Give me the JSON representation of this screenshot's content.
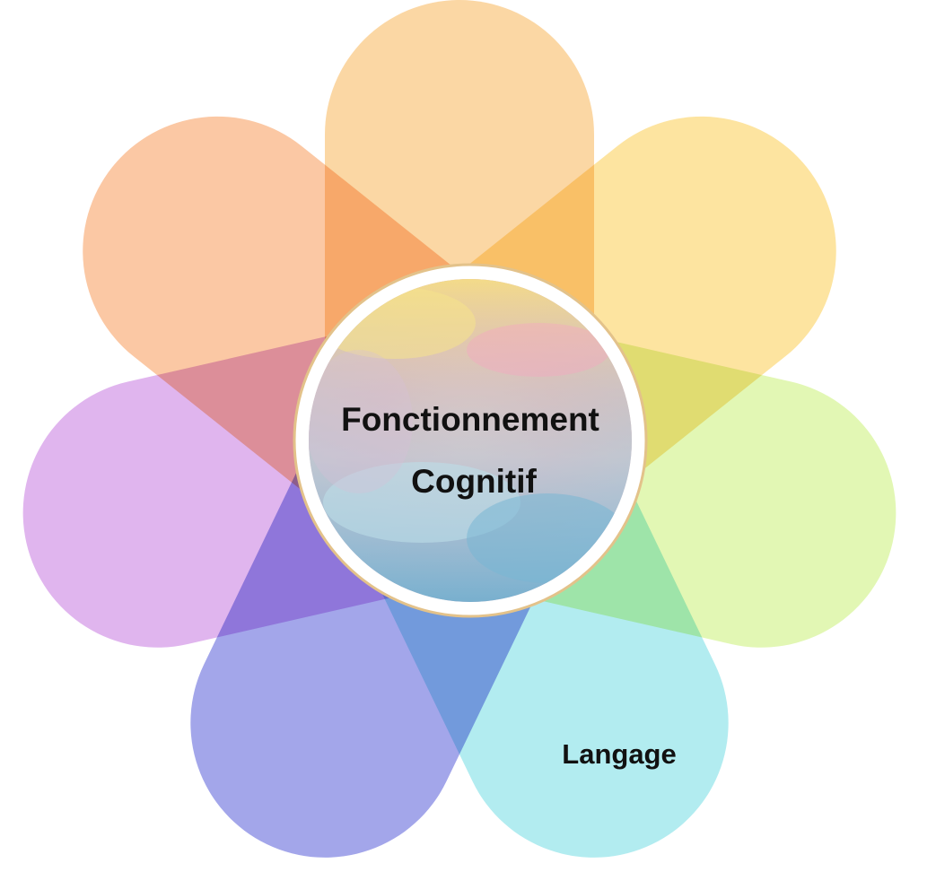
{
  "center": {
    "title_line1": "Fonctionnement",
    "title_line2": "Cognitif"
  },
  "petals": [
    {
      "id": "top",
      "color": "#fbd7a4",
      "label": ""
    },
    {
      "id": "top-right",
      "color": "#fde4a0",
      "label": ""
    },
    {
      "id": "right",
      "color": "#e2f7b4",
      "label": ""
    },
    {
      "id": "bottom-right",
      "color": "#b2ecf0",
      "label": "Langage"
    },
    {
      "id": "bottom-left",
      "color": "#a3a6ea",
      "label": ""
    },
    {
      "id": "left",
      "color": "#e0b5ee",
      "label": ""
    },
    {
      "id": "top-left",
      "color": "#fbc8a4",
      "label": ""
    }
  ],
  "colors": {
    "ring": "#e3c28a",
    "background": "#ffffff"
  }
}
